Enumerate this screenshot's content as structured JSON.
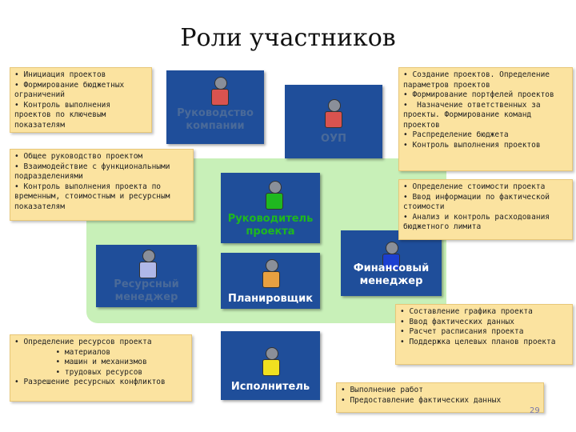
{
  "title": "Роли участников",
  "roles": {
    "company_mgmt": {
      "label": "Руководство компании",
      "color": "#d9534f"
    },
    "pmo": {
      "label": "ОУП",
      "color": "#d9534f"
    },
    "project_manager": {
      "label": "Руководитель проекта",
      "color": "#1fb81f"
    },
    "resource_manager": {
      "label": "Ресурсный менеджер",
      "color": "#b0b8e8"
    },
    "planner": {
      "label": "Планировщик",
      "color": "#e8a040"
    },
    "financial_manager": {
      "label": "Финансовый менеджер",
      "color": "#1c3fd0"
    },
    "executor": {
      "label": "Исполнитель",
      "color": "#f0e020"
    }
  },
  "callouts": {
    "top_left": "• Инициация проектов\n• Формирование бюджетных ограничений\n• Контроль выполнения проектов по ключевым показателям",
    "mid_left": "• Общее руководство проектом\n• Взаимодействие с функциональными подразделениями\n• Контроль выполнения проекта по временным, стоимостным и ресурсным показателям",
    "top_right": "• Создание проектов. Определение параметров проектов\n• Формирование портфелей проектов\n•  Назначение ответственных за проекты. Формирование команд проектов\n• Распределение бюджета\n• Контроль выполнения проектов",
    "mid_right": "• Определение стоимости проекта\n• Ввод информации по фактической стоимости\n• Анализ и контроль расходования бюджетного лимита",
    "bottom_left": "• Определение ресурсов проекта\n         • материалов\n         • машин и механизмов\n         • трудовых ресурсов\n• Разрешение ресурсных конфликтов",
    "right_low": "• Составление графика проекта\n• Ввод фактических данных\n• Расчет расписания проекта\n• Поддержка целевых планов проекта",
    "bottom_right": "• Выполнение работ\n• Предоставление фактических данных"
  },
  "page_number": "29",
  "colors": {
    "box": "#1f4e9a",
    "callout": "#fbe3a0",
    "area": "#c8f0b8",
    "label_dark": "#4a6a99",
    "label_light": "#ffffff"
  }
}
